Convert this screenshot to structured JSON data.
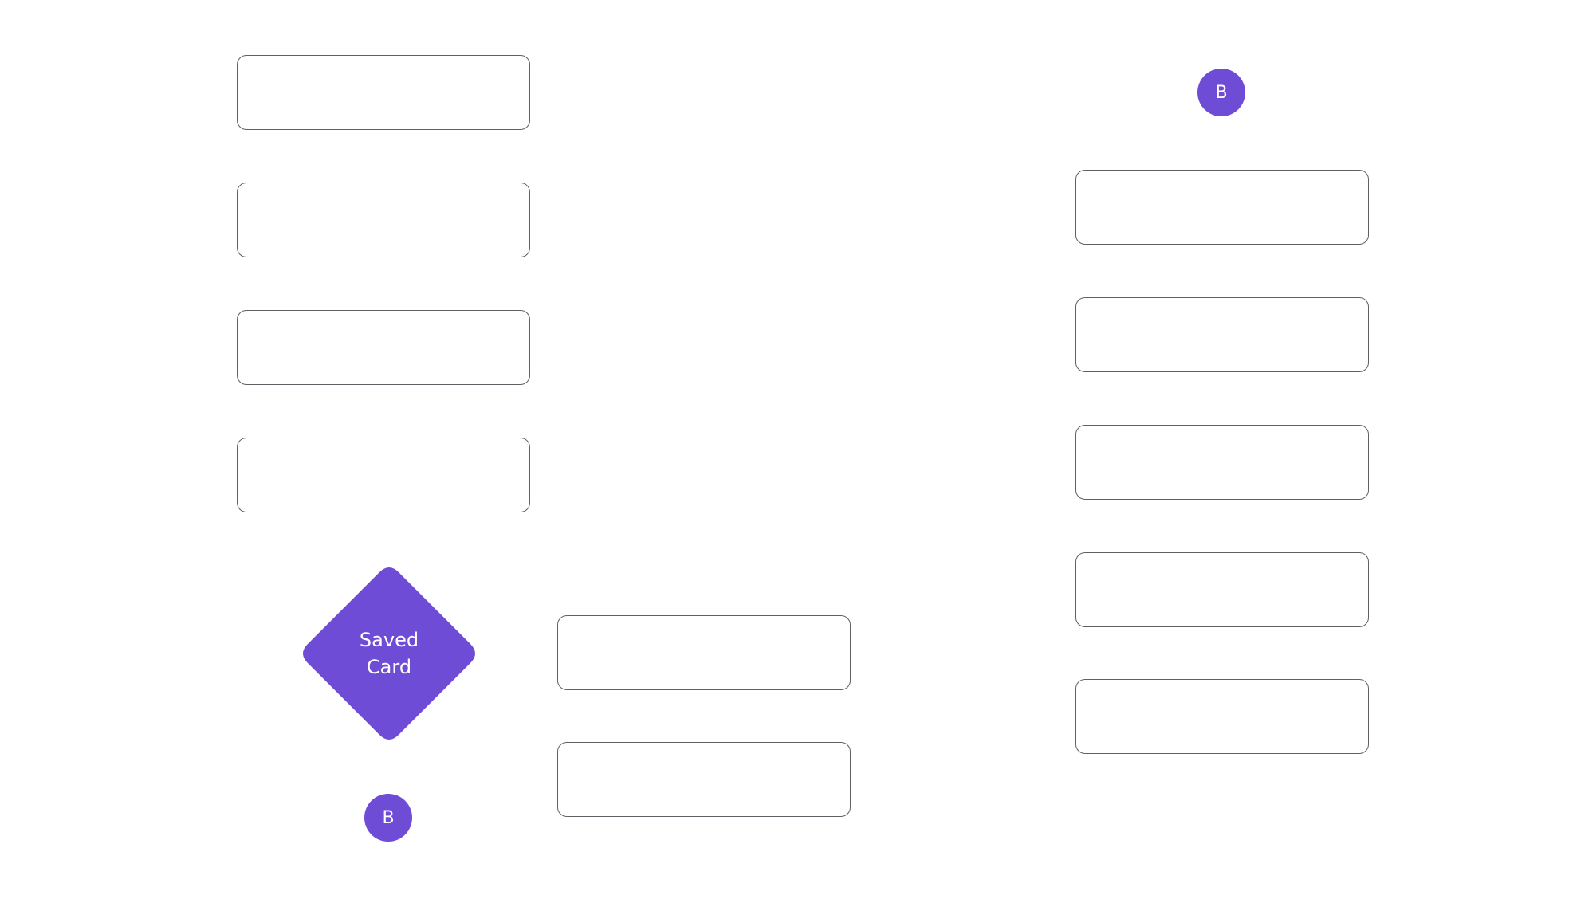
{
  "colors": {
    "accent": "#6f4cd6",
    "box_border": "#5f5f66",
    "background": "#ffffff"
  },
  "connectors": {
    "top_right": {
      "label": "B"
    },
    "bottom_left": {
      "label": "B"
    }
  },
  "decision": {
    "label": "Saved\nCard"
  },
  "boxes": {
    "left_column": [
      "",
      "",
      "",
      ""
    ],
    "middle_column": [
      "",
      ""
    ],
    "right_column": [
      "",
      "",
      "",
      "",
      ""
    ]
  }
}
